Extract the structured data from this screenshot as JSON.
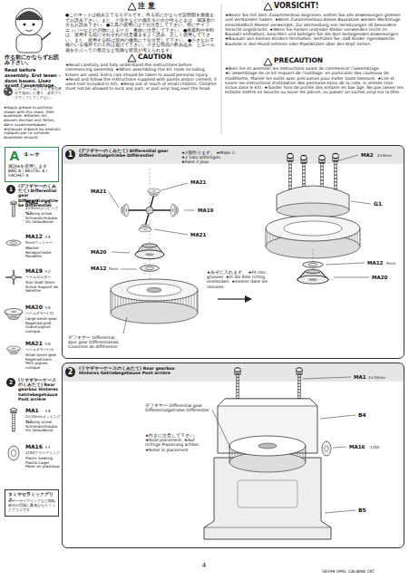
{
  "diagram": {
    "nodes": [
      {
        "text": [
          "A",
          "①~⑦",
          "袋詰Aを使用します BAG A / BEUTEL A / SACHET A"
        ]
      },
      {
        "text": [
          "1",
          "(デフギヤーのくみたて) Differential gear Differentialgetriebe Différentiel"
        ]
      },
      {
        "text": [
          "2",
          "(リヤギヤーケースのくみたて) Rear gearbox Hinteres Getriebegehäuse Pont arrière"
        ]
      },
      {
        "text": [
          "タミヤセラミックグリス",
          "ギヤーやベアリングなど回転部分の潤滑に最適なセラミックグリスです。"
        ]
      }
    ],
    "labels": [
      "作る前にかならずお読み下さい。",
      "Read before assembly. Erst lesen - dann bauen. Lisez avant l'assemblage.",
      "このマークはグリスを塗る部分で指示した通り、必ずグリスアップしてください。",
      "★Apply grease to portions shown with this mark, then assemble. ★Stellen mit diesem Zeichen erst fetten, dann zusammenbauen. ★Graisser d'abord les endroits indiqués par ce symbole, assembler ensuite.",
      "注 意",
      "●このキットは組み立てるモデルです。作る前にかならず説明図を最後までお読み下さい。また、小学生などの低年令の方が作るときは、保護者の方もお読み下さい。●工具の使用には十分注意して下さい。特にナイフ、ニッパーなどの刃物によるケガ、事故に注意して下さい。●接着剤や塗料は、使用する前にそれぞれの注意書きをよく読み、正しく使用して下さい。また、使用する時は室内の換気に十分注意して下さい。●小さなお子様のいる場所での工作は避けて下さい。小さな部品の飲み込み、ビニール袋をかぶっての窒息など危険な状況が考えられます。",
      "CAUTION",
      "★Read carefully and fully understand the instructions before commencing assembly. ★When assembling this kit, tools including knives are used. Extra care should be taken to avoid personal injury. ★Read and follow the instructions supplied with paints and/or cement, if used (not included in kit). ★Keep out of reach of small children. Children must not be allowed to suck any part, or pull vinyl bag over the head.",
      "VORSICHT!",
      "★Bevor Sie mit dem Zusammenbau beginnen, sollten Sie alle Anweisungen gelesen und verstanden haben. ★Beim Zusammenbau dieses Bausatzes werden Werkzeuge einschließlich Messer verwendet. Zur Vermeidung von Verletzungen ist besondere Vorsicht angebracht. ★Wenn Sie Farben und/oder Kleber verwenden (nicht im Bausatz enthalten), beachten und befolgen Sie die dort beiliegenden Anweisungen. ★Bausatz von kleinen Kindern fernhalten. Verhüten Sie, daß Kinder irgendwelche Bauteile in den Mund nehmen oder Plastiktüten über den Kopf ziehen.",
      "PRECAUTION",
      "★Bien lire et assimiler les instructions avant de commencer l'assemblage. ★L'assemblage de ce kit requiert de l'outillage, en particulier des couteaux de modélisme. Manier les outils avec précaution pour éviter toute blessure. ★Lire et suivre les instructions d'utilisation des peintures et/ou de la colle, si utilisés (non inclus dans le kit). ★Garder hors de portée des enfants en bas âge. Ne pas laisser les enfants mettre en bouche ou sucer les pièces, ou passer un sachet vinyl sur la tête.",
      "1",
      "(デフギヤーのくみたて) Differential gear Differentialgetriebe Différentiel",
      "MA2",
      "×4",
      "2×5mmタッピングビス",
      "Tapping screw Schneidschraube Vis taraudeuse",
      "MA12",
      "×4",
      "5mmワッシャー",
      "Washer Beilagscheibe Rondelle",
      "MA19",
      "×2",
      "ベベルホルダー",
      "Star shaft Stern-Achse Support de Satellite",
      "MA20",
      "×4",
      "ベベルギヤー(大)",
      "Large bevel gear Kegelrad groß Grand pignon conique",
      "MA21",
      "×4",
      "ベベルギヤー(小)",
      "Small bevel gear Kegelrad klein Petit pignon conique",
      "2",
      "(リヤギヤーケースのくみたて) Rear gearbox Hinteres Getriebegehäuse Pont arrière",
      "MA1",
      "×4",
      "2×10mmタッピングビス",
      "Tapping screw Schneidschraube Vis taraudeuse",
      "MA16",
      "×1",
      "1150プラベアリング",
      "Plastic bearing Plastik-Lager Palier en plastique",
      "★2個作ります。 ★Make 2. ★2 Satz anfertigen. ★Faire 2 jeux.",
      "MA21",
      "MA21",
      "MA19",
      "MA21",
      "MA20",
      "MA12",
      "5mm",
      "★みぞに入れます。 ★Fit into grooves. ★In die Rille richtig einstecken. ★Insérer dans les rainures.",
      "デフギヤー Differential spur gear Differentialrad Couronne de différentiel",
      "MA2",
      "2×5mm",
      "G1",
      "MA12",
      "5mm",
      "MA20",
      "MA1",
      "2×10mm",
      "B4",
      "MA16",
      "1150",
      "B5",
      "デフギヤー Differential gear Differentialgetriebe Différentiel",
      "★向きに注意して下さい。 ★Note placement. ★Auf richtige Plazierung achten. ★Noter le placement.",
      "4",
      "58198 OPEL CALIBRA CRT"
    ]
  }
}
